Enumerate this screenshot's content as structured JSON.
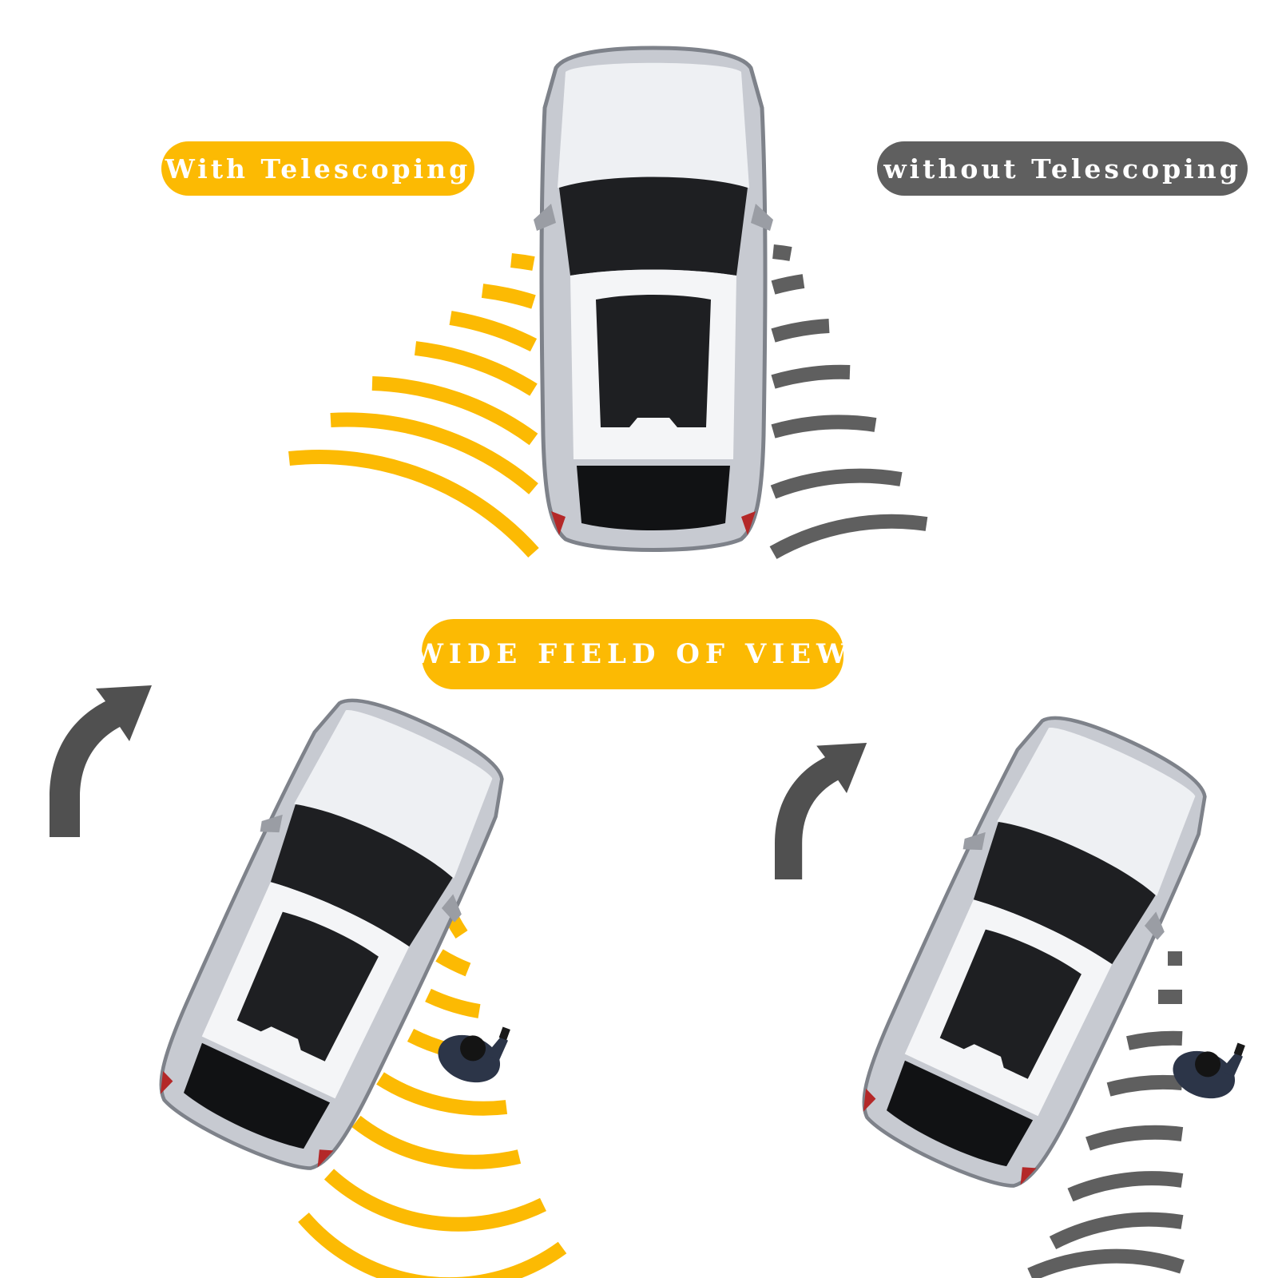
{
  "labels": {
    "with_telescoping": "With Telescoping",
    "without_telescoping": "without Telescoping",
    "wide_field_of_view": "WIDE FIELD OF VIEW"
  },
  "colors": {
    "accent": "#FCBA03",
    "neutral": "#5F5F5F",
    "arrow": "#505050",
    "car_body": "#D8DADF",
    "car_glass": "#1C1C1E"
  },
  "icons": [
    "car-top-view-icon",
    "person-top-view-icon",
    "curved-arrow-icon"
  ]
}
